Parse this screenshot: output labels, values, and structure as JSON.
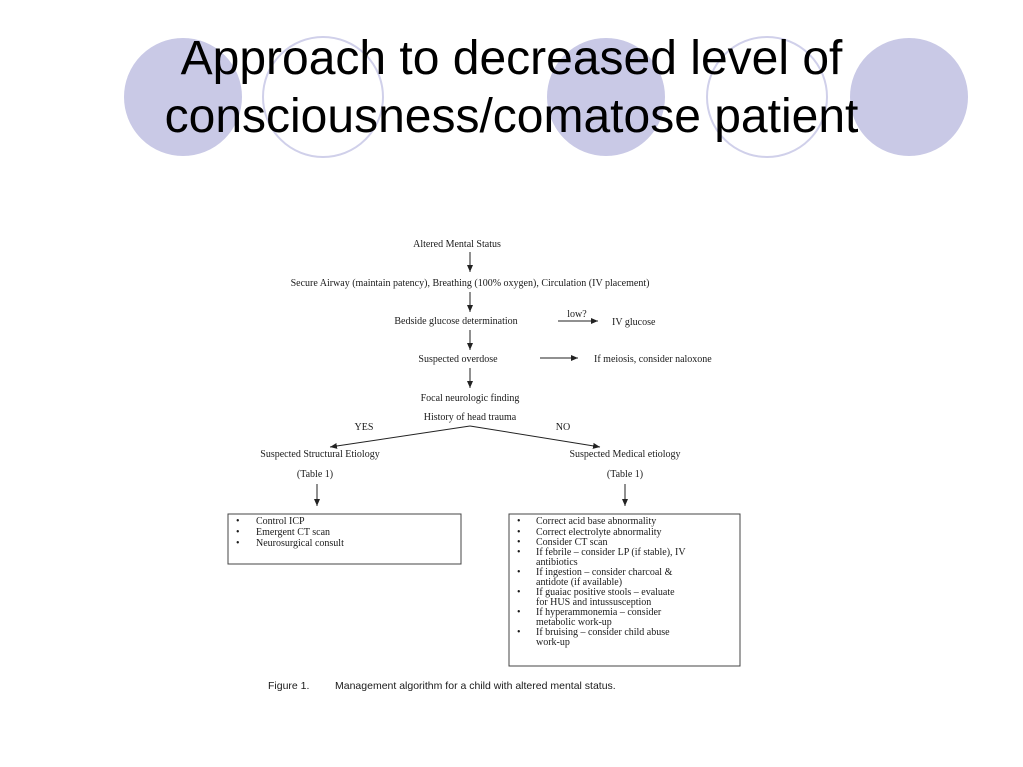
{
  "slide": {
    "title_line1": "Approach to decreased level of",
    "title_line2": "consciousness/comatose patient"
  },
  "theme": {
    "circle_fill": "#c9c9e6",
    "circle_outline": "#d0d0ea"
  },
  "flowchart": {
    "altered_status": "Altered Mental Status",
    "abc": "Secure Airway (maintain patency), Breathing (100% oxygen), Circulation (IV placement)",
    "glucose": "Bedside glucose determination",
    "low_q": "low?",
    "iv_glucose": "IV glucose",
    "overdose": "Suspected overdose",
    "naloxone": "If meiosis, consider naloxone",
    "focal": "Focal neurologic finding",
    "head_trauma": "History of head trauma",
    "yes": "YES",
    "no": "NO",
    "structural": "Suspected Structural Etiology",
    "medical": "Suspected Medical etiology",
    "table_left": "(Table 1)",
    "table_right": "(Table 1)",
    "left_items": [
      "Control ICP",
      "Emergent CT scan",
      "Neurosurgical consult"
    ],
    "right_lines": [
      "Correct acid base abnormality",
      "Correct electrolyte abnormality",
      "Consider CT scan",
      "If febrile – consider LP (if stable), IV",
      "antibiotics",
      "If ingestion – consider charcoal &",
      "antidote (if available)",
      "If guaiac positive stools – evaluate",
      "for HUS and intussusception",
      "If hyperammonemia – consider",
      "metabolic work-up",
      "If bruising – consider child abuse",
      "work-up"
    ],
    "figure_label": "Figure 1.",
    "caption": "Management algorithm for a child with altered mental status."
  }
}
